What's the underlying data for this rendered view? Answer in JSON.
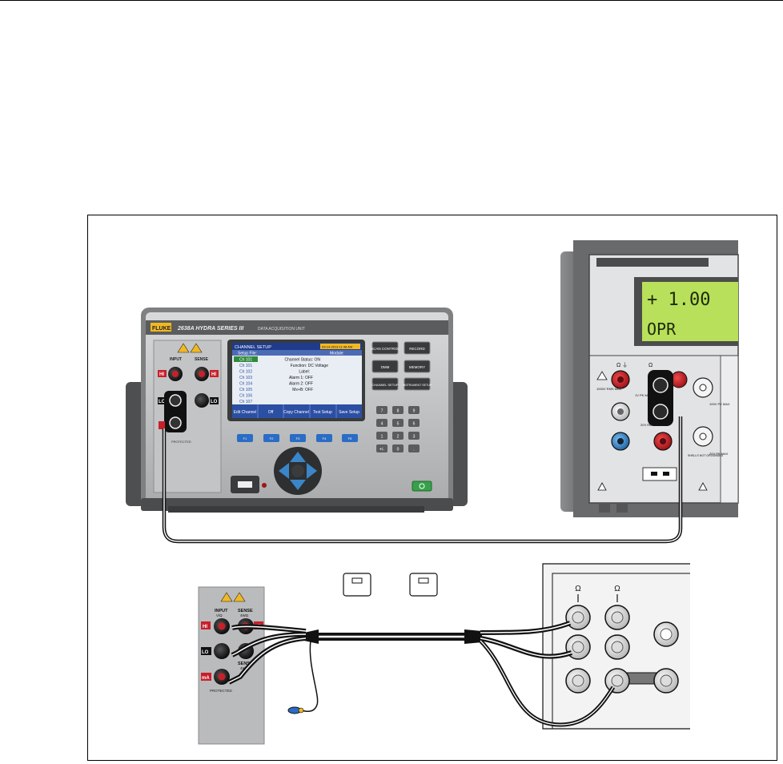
{
  "calibrator": {
    "display_reading": "+  1.00",
    "display_mode": "OPR",
    "terminal_labels": {
      "ohm_sense": "Ω",
      "ohm_top": "Ω ⏚",
      "v1000": "1000V RMS MAX",
      "pk1v": "1V PK MAX",
      "v20": "20V RMS MAX",
      "pk100": "100V PK MAX",
      "pk20": "20V PK MAX",
      "shells": "SHELLS NOT GROUNDED"
    }
  },
  "daq": {
    "brand": "FLUKE",
    "model": "2638A HYDRA SERIES III",
    "subtitle": "DATA ACQUISITION UNIT",
    "screen": {
      "title": "CHANNEL SETUP",
      "datetime": "03-14-2013 11:48 AM",
      "setup_file_label": "Setup File:",
      "module_label": "Module:",
      "channels": [
        "Ch 101",
        "Ch 101",
        "Ch 102",
        "Ch 103",
        "Ch 104",
        "Ch 105",
        "Ch 106",
        "Ch 107"
      ],
      "details": [
        "Channel Status: ON",
        "Function: DC Voltage",
        "Label:",
        "Alarm 1: OFF",
        "Alarm 2: OFF",
        "Mx+B: OFF"
      ],
      "softkeys": [
        "Edit Channel",
        "Off",
        "Copy Channel",
        "Test Setup",
        "Save Setup"
      ]
    },
    "buttons": {
      "scan": "SCAN CONTROL",
      "record": "RECORD",
      "dmm": "DMM",
      "memory": "MEMORY",
      "channel_setup": "CHANNEL SETUP",
      "instrument_setup": "INSTRUMENT SETUP"
    },
    "fkeys": [
      "F1",
      "F2",
      "F3",
      "F4",
      "F5"
    ],
    "keypad": [
      "7",
      "8",
      "9",
      "4",
      "5",
      "6",
      "1",
      "2",
      "3",
      "+/-",
      "0",
      "."
    ],
    "front": {
      "input": "INPUT",
      "sense": "SENSE",
      "hi": "HI",
      "lo": "LO",
      "protected": "PROTECTED"
    }
  },
  "detail": {
    "daq_panel": {
      "input": "INPUT",
      "input_sub": "V/Ω",
      "sense": "SENSE",
      "sense_sub": "4WΩ",
      "hi": "HI",
      "lo": "LO",
      "ma": "mA",
      "sense2": "SENSE",
      "sense2_sub": "4WΩ",
      "protected": "PROTECTED"
    },
    "calibrator_rear": {
      "ohm1": "Ω",
      "ohm2": "Ω"
    }
  },
  "colors": {
    "terminal_red": "#c8202a",
    "terminal_blue": "#3a86c8",
    "display_green": "#b8e05a",
    "screen_blue": "#1f3c8c",
    "panel_gray": "#b9bbbd"
  }
}
